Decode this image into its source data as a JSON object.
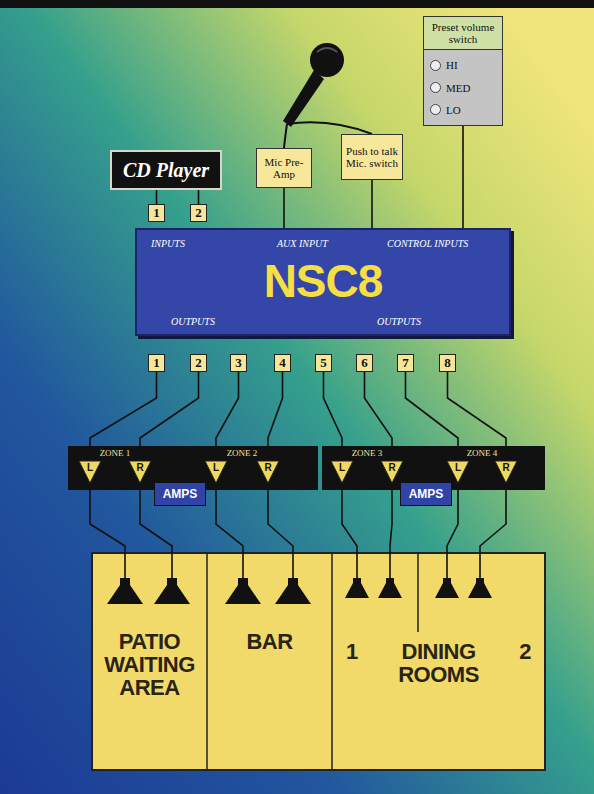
{
  "diagram": {
    "nodes": [
      {
        "text": [
          "CD Player"
        ]
      },
      {
        "text": [
          "Mic Pre-Amp"
        ]
      },
      {
        "text": [
          "Push to talk Mic. switch"
        ]
      },
      {
        "text": [
          "Preset volume switch",
          "HI",
          "MED",
          "LO"
        ]
      },
      {
        "text": [
          "1"
        ]
      },
      {
        "text": [
          "2"
        ]
      },
      {
        "text": [
          "NSC8",
          "INPUTS",
          "AUX INPUT",
          "CONTROL INPUTS",
          "OUTPUTS",
          "OUTPUTS"
        ]
      },
      {
        "text": [
          "1"
        ]
      },
      {
        "text": [
          "2"
        ]
      },
      {
        "text": [
          "3"
        ]
      },
      {
        "text": [
          "4"
        ]
      },
      {
        "text": [
          "5"
        ]
      },
      {
        "text": [
          "6"
        ]
      },
      {
        "text": [
          "7"
        ]
      },
      {
        "text": [
          "8"
        ]
      },
      {
        "text": [
          "ZONE 1"
        ]
      },
      {
        "text": [
          "L"
        ],
        "in": 15
      },
      {
        "text": [
          "R"
        ],
        "in": 15
      },
      {
        "text": [
          "ZONE 2"
        ]
      },
      {
        "text": [
          "L"
        ],
        "in": 18
      },
      {
        "text": [
          "R"
        ],
        "in": 18
      },
      {
        "text": [
          "ZONE 3"
        ]
      },
      {
        "text": [
          "L"
        ],
        "in": 21
      },
      {
        "text": [
          "R"
        ],
        "in": 21
      },
      {
        "text": [
          "ZONE 4"
        ]
      },
      {
        "text": [
          "L"
        ],
        "in": 24
      },
      {
        "text": [
          "R"
        ],
        "in": 24
      },
      {
        "text": [
          "AMPS"
        ]
      },
      {
        "text": [
          "AMPS"
        ]
      },
      {
        "text": [
          "PATIO WAITING AREA"
        ]
      },
      {
        "text": [
          "BAR"
        ]
      },
      {
        "text": [
          "1",
          "DINING ROOMS",
          "2"
        ]
      }
    ],
    "edges": [
      {
        "from": 0,
        "to": 4,
        "arrow": "none"
      },
      {
        "from": 0,
        "to": 5,
        "arrow": "none"
      },
      {
        "from": 1,
        "to": 6,
        "arrow": "none"
      },
      {
        "from": 2,
        "to": 6,
        "arrow": "none"
      },
      {
        "from": 3,
        "to": 6,
        "arrow": "none"
      },
      {
        "from": 7,
        "to": 16,
        "arrow": "none"
      },
      {
        "from": 8,
        "to": 17,
        "arrow": "none"
      },
      {
        "from": 9,
        "to": 19,
        "arrow": "none"
      },
      {
        "from": 10,
        "to": 20,
        "arrow": "none"
      },
      {
        "from": 11,
        "to": 22,
        "arrow": "none"
      },
      {
        "from": 12,
        "to": 23,
        "arrow": "none"
      },
      {
        "from": 13,
        "to": 25,
        "arrow": "none"
      },
      {
        "from": 14,
        "to": 26,
        "arrow": "none"
      },
      {
        "from": 16,
        "to": 29,
        "arrow": "none"
      },
      {
        "from": 17,
        "to": 29,
        "arrow": "none"
      },
      {
        "from": 19,
        "to": 30,
        "arrow": "none"
      },
      {
        "from": 20,
        "to": 30,
        "arrow": "none"
      },
      {
        "from": 22,
        "to": 31,
        "arrow": "none"
      },
      {
        "from": 23,
        "to": 31,
        "arrow": "none"
      },
      {
        "from": 25,
        "to": 31,
        "arrow": "none"
      },
      {
        "from": 26,
        "to": 31,
        "arrow": "none"
      }
    ]
  }
}
